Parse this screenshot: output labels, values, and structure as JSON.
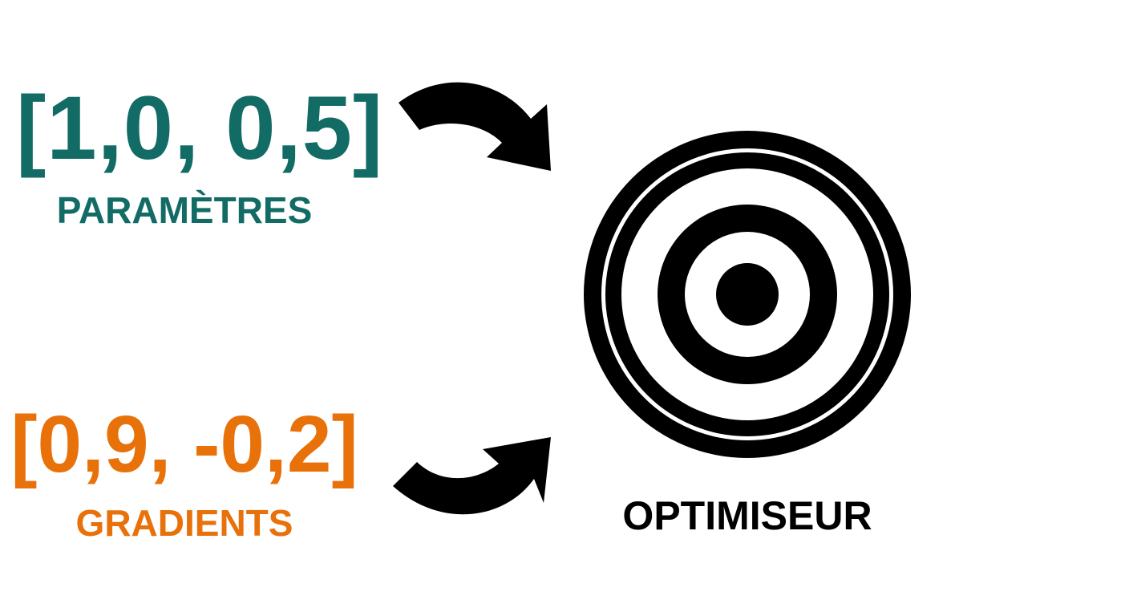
{
  "parameters": {
    "value": "[1,0, 0,5]",
    "label": "PARAMÈTRES",
    "color": "#136b66"
  },
  "gradients": {
    "value": "[0,9, -0,2]",
    "label": "GRADIENTS",
    "color": "#e8710a"
  },
  "optimizer": {
    "label": "OPTIMISEUR",
    "icon": "target-icon",
    "color": "#000000"
  },
  "arrows": {
    "top": "curved-arrow-icon",
    "bottom": "curved-arrow-icon",
    "color": "#000000"
  }
}
